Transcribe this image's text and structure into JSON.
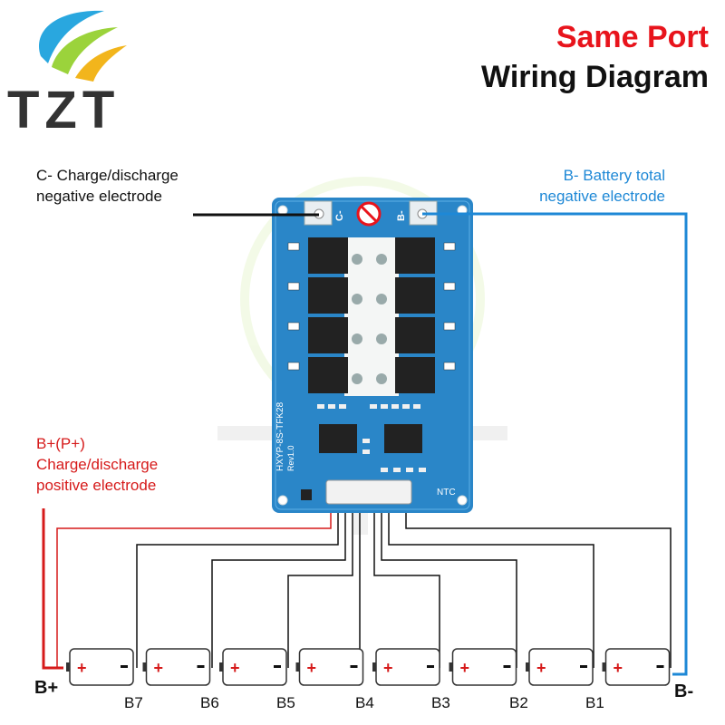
{
  "logo": {
    "text": "TZT"
  },
  "header": {
    "title_top": "Same Port",
    "title_bottom": "Wiring Diagram"
  },
  "labels": {
    "c_minus_line1": "C- Charge/discharge",
    "c_minus_line2": "negative electrode",
    "b_minus_line1": "B- Battery total",
    "b_minus_line2": "negative electrode",
    "b_plus_line1": "B+(P+)",
    "b_plus_line2": "Charge/discharge",
    "b_plus_line3": "positive electrode"
  },
  "board": {
    "model": "HXYP-8S-TFK28",
    "rev": "Rev1.0",
    "pad_c": "C-",
    "pad_b": "B-",
    "ntc": "NTC",
    "color": "#2a86c8"
  },
  "terminals": {
    "b_plus": "B+",
    "b_minus": "B-"
  },
  "battery": {
    "count": 8,
    "plus_sign": "+",
    "tap_labels": [
      "B7",
      "B6",
      "B5",
      "B4",
      "B3",
      "B2",
      "B1"
    ]
  },
  "colors": {
    "positive": "#d61a1a",
    "negative": "#1e88d6",
    "wire": "#111111",
    "brand_red": "#e8141c"
  }
}
